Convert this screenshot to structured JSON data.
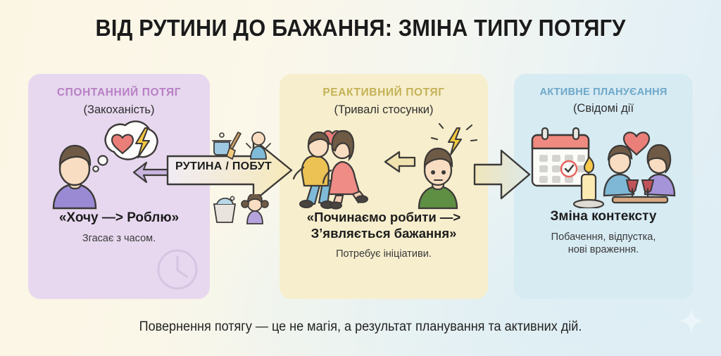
{
  "title": "ВІД РУТИНИ ДО БАЖАННЯ: ЗМІНА ТИПУ ПОТЯГУ",
  "footer": "Повернення потягу — це не магія, а результат планування та активних дій.",
  "connector": {
    "routine_label": "РУТИНА / ПОБУТ"
  },
  "panels": [
    {
      "heading": "СПОНТАННИЙ ПОТЯГ",
      "subtitle": "(Закоханість)",
      "main": "«Хочу —> Роблю»",
      "note": "Згасає з часом.",
      "bg_color": "#e7d8ef",
      "heading_color": "#b780c4",
      "icons": [
        "person-icon",
        "thought-bubble-icon",
        "heart-icon",
        "lightning-icon",
        "clock-watermark-icon"
      ]
    },
    {
      "heading": "РЕАКТИВНИЙ ПОТЯГ",
      "subtitle": "(Тривалі стосунки)",
      "main_line1": "«Починаємо робити —>",
      "main_line2": "З’являється бажання»",
      "note": "Потребує ініціативи.",
      "bg_color": "#f7eecd",
      "heading_color": "#c4b257",
      "icons": [
        "kissing-couple-icon",
        "heart-icon",
        "arrow-right-icon",
        "person-icon",
        "lightning-icon"
      ]
    },
    {
      "heading": "АКТИВНЕ ПЛАНУЄАННЯ",
      "subtitle": "(Свідомі дії",
      "main": "Зміна контексту",
      "note_line1": "Побачення, відпустка,",
      "note_line2": "нові враження.",
      "bg_color": "#d7ebf3",
      "heading_color": "#6fa8c9",
      "icons": [
        "calendar-check-icon",
        "candle-icon",
        "couple-dinner-icon",
        "wine-glass-icon",
        "heart-icon"
      ]
    }
  ],
  "routine_icons": [
    "pot-icon",
    "broom-icon",
    "baby-icon",
    "laundry-basket-icon",
    "girl-icon"
  ],
  "colors": {
    "background_left": "#fbf6e4",
    "background_right": "#dfeef5",
    "text_dark": "#1b1b1b",
    "heart": "#e8736f",
    "lightning": "#f5c93c"
  }
}
